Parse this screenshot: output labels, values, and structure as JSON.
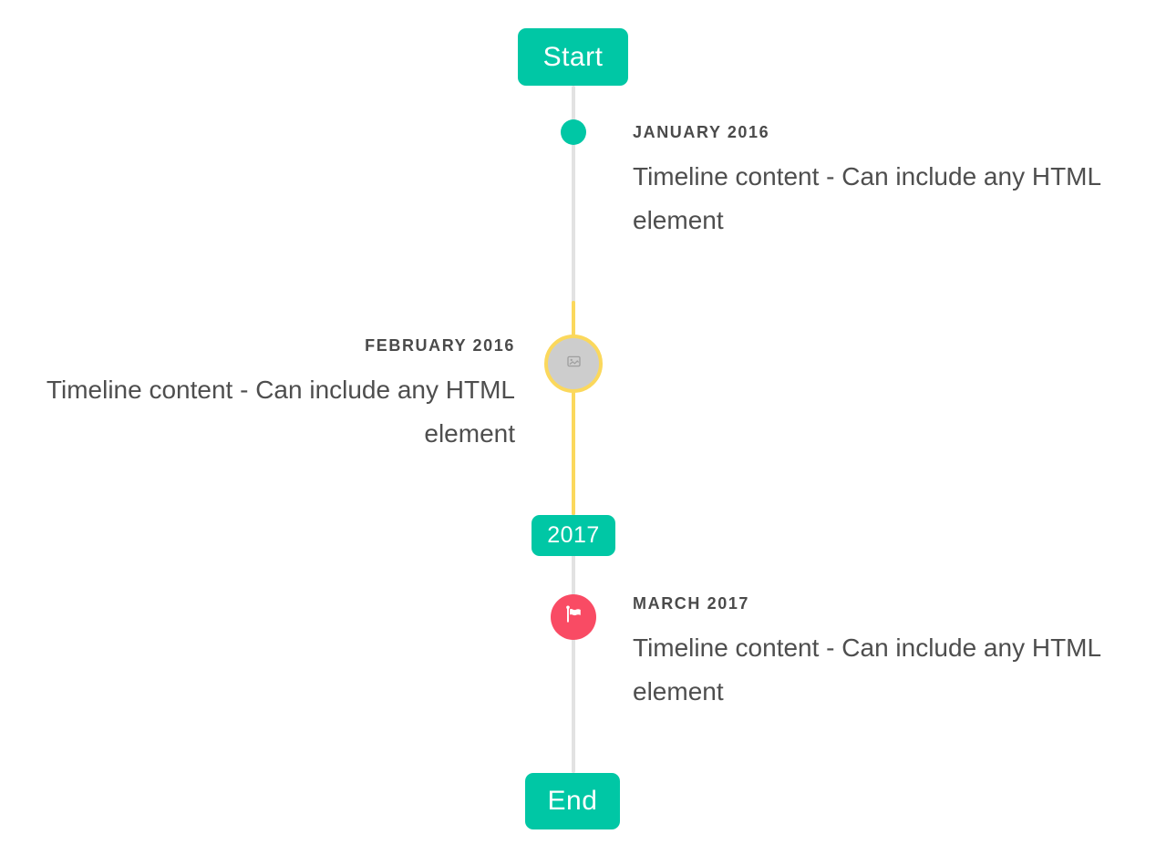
{
  "timeline": {
    "start_label": "Start",
    "end_label": "End",
    "year_milestone": "2017",
    "events": [
      {
        "date": "JANUARY 2016",
        "content": "Timeline content - Can include any HTML element",
        "side": "right",
        "marker": "dot"
      },
      {
        "date": "FEBRUARY 2016",
        "content": "Timeline content - Can include any HTML element",
        "side": "left",
        "marker": "broken-image"
      },
      {
        "date": "MARCH 2017",
        "content": "Timeline content - Can include any HTML element",
        "side": "right",
        "marker": "flag"
      }
    ],
    "colors": {
      "accent_teal": "#00c7a5",
      "highlight_yellow": "#fbd85c",
      "flag_red": "#f94b64",
      "line_gray": "#e2e2e2",
      "image_marker_gray": "#cdcdcd",
      "date_text": "#4a4a4a",
      "content_text": "#4e4e4e",
      "badge_text": "#ffffff"
    }
  }
}
